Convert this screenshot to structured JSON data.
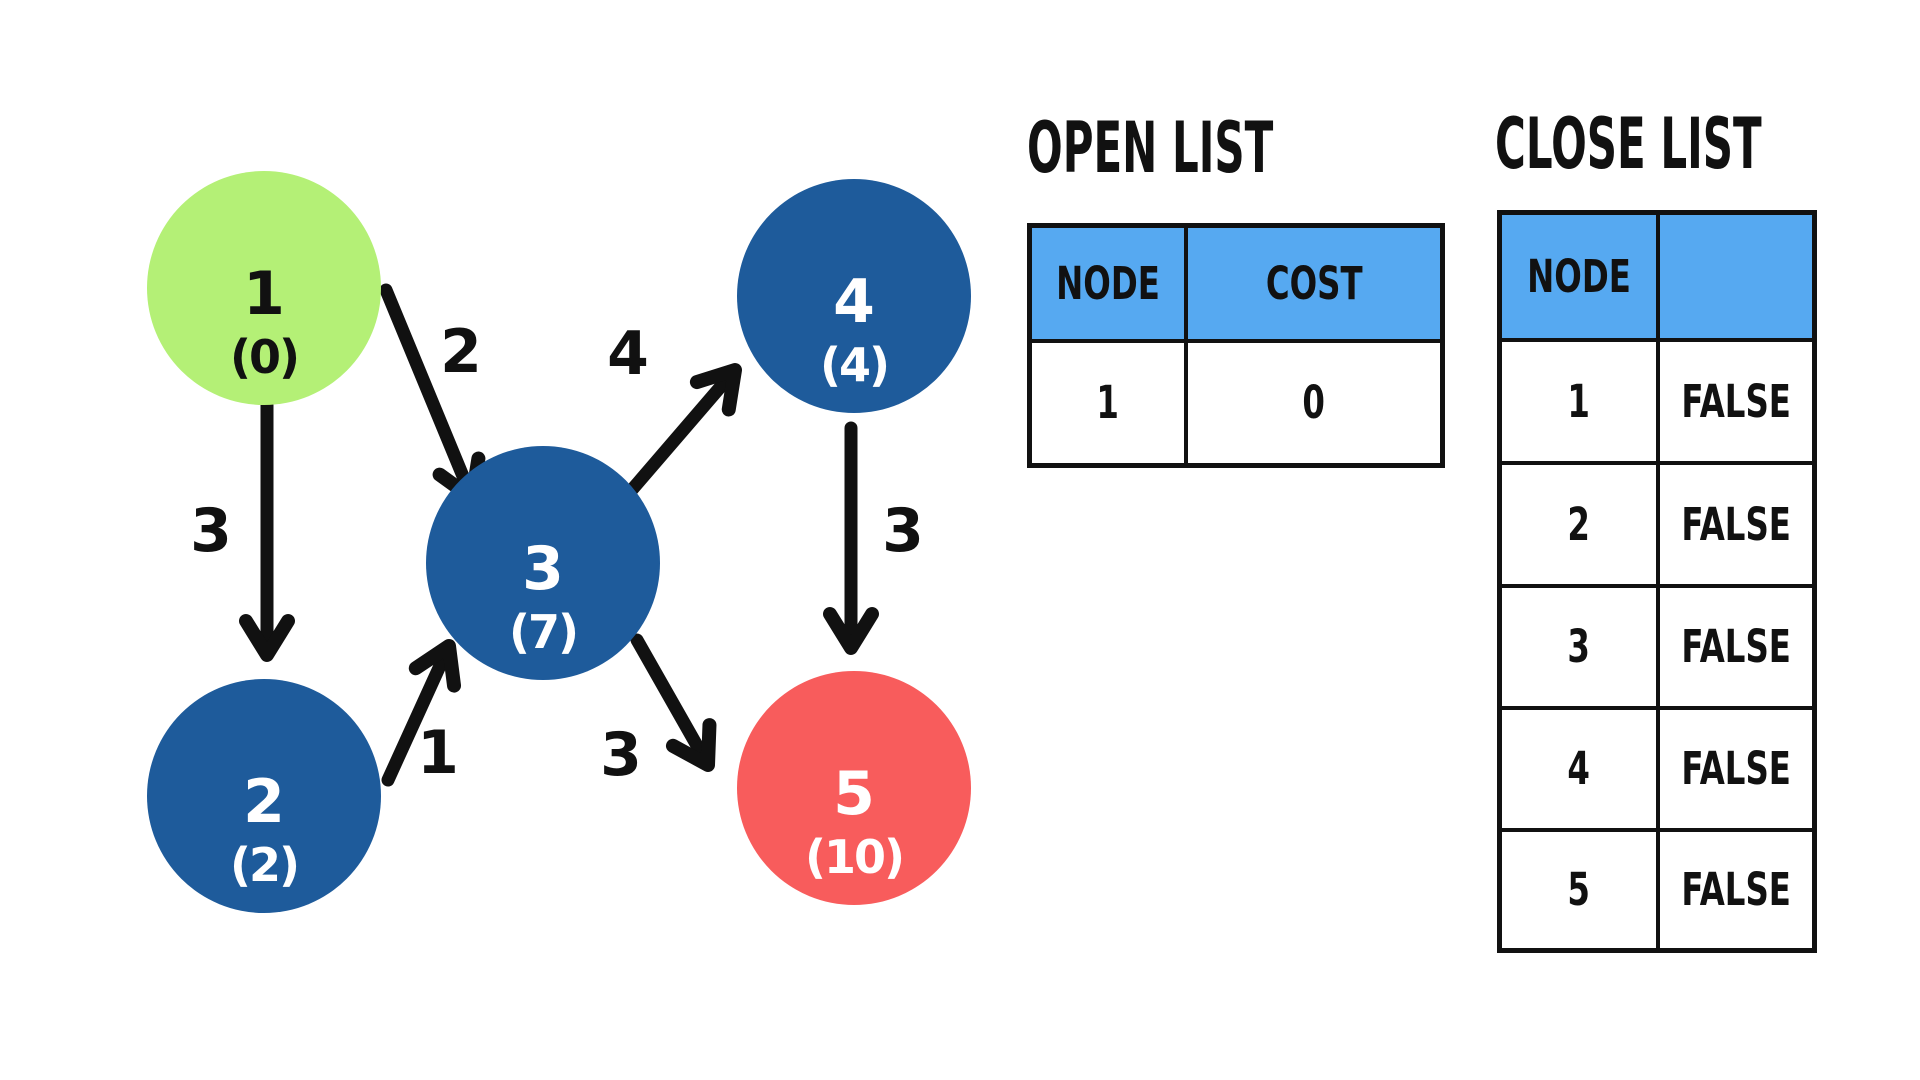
{
  "graph": {
    "nodes": [
      {
        "id": "1",
        "cost": "(0)",
        "color": "#b4f076",
        "role": "start-node"
      },
      {
        "id": "2",
        "cost": "(2)",
        "color": "#1e5b9b",
        "role": "node"
      },
      {
        "id": "3",
        "cost": "(7)",
        "color": "#1e5b9b",
        "role": "node"
      },
      {
        "id": "4",
        "cost": "(4)",
        "color": "#1e5b9b",
        "role": "node"
      },
      {
        "id": "5",
        "cost": "(10)",
        "color": "#f85c5c",
        "role": "end-node"
      }
    ],
    "edges": [
      {
        "from": "1",
        "to": "2",
        "weight": "3"
      },
      {
        "from": "1",
        "to": "3",
        "weight": "2"
      },
      {
        "from": "2",
        "to": "3",
        "weight": "1"
      },
      {
        "from": "3",
        "to": "4",
        "weight": "4"
      },
      {
        "from": "3",
        "to": "5",
        "weight": "3"
      },
      {
        "from": "4",
        "to": "5",
        "weight": "3"
      }
    ]
  },
  "open_list": {
    "title": "OPEN LIST",
    "columns": [
      "NODE",
      "COST"
    ],
    "rows": [
      [
        "1",
        "0"
      ]
    ]
  },
  "close_list": {
    "title": "CLOSE LIST",
    "columns": [
      "NODE",
      ""
    ],
    "rows": [
      [
        "1",
        "FALSE"
      ],
      [
        "2",
        "FALSE"
      ],
      [
        "3",
        "FALSE"
      ],
      [
        "4",
        "FALSE"
      ],
      [
        "5",
        "FALSE"
      ]
    ]
  },
  "colors": {
    "node_blue": "#1e5b9b",
    "node_green": "#b4f076",
    "node_red": "#f85c5c",
    "table_header_blue": "#56a9f1",
    "ink": "#111111",
    "background": "#ffffff"
  }
}
